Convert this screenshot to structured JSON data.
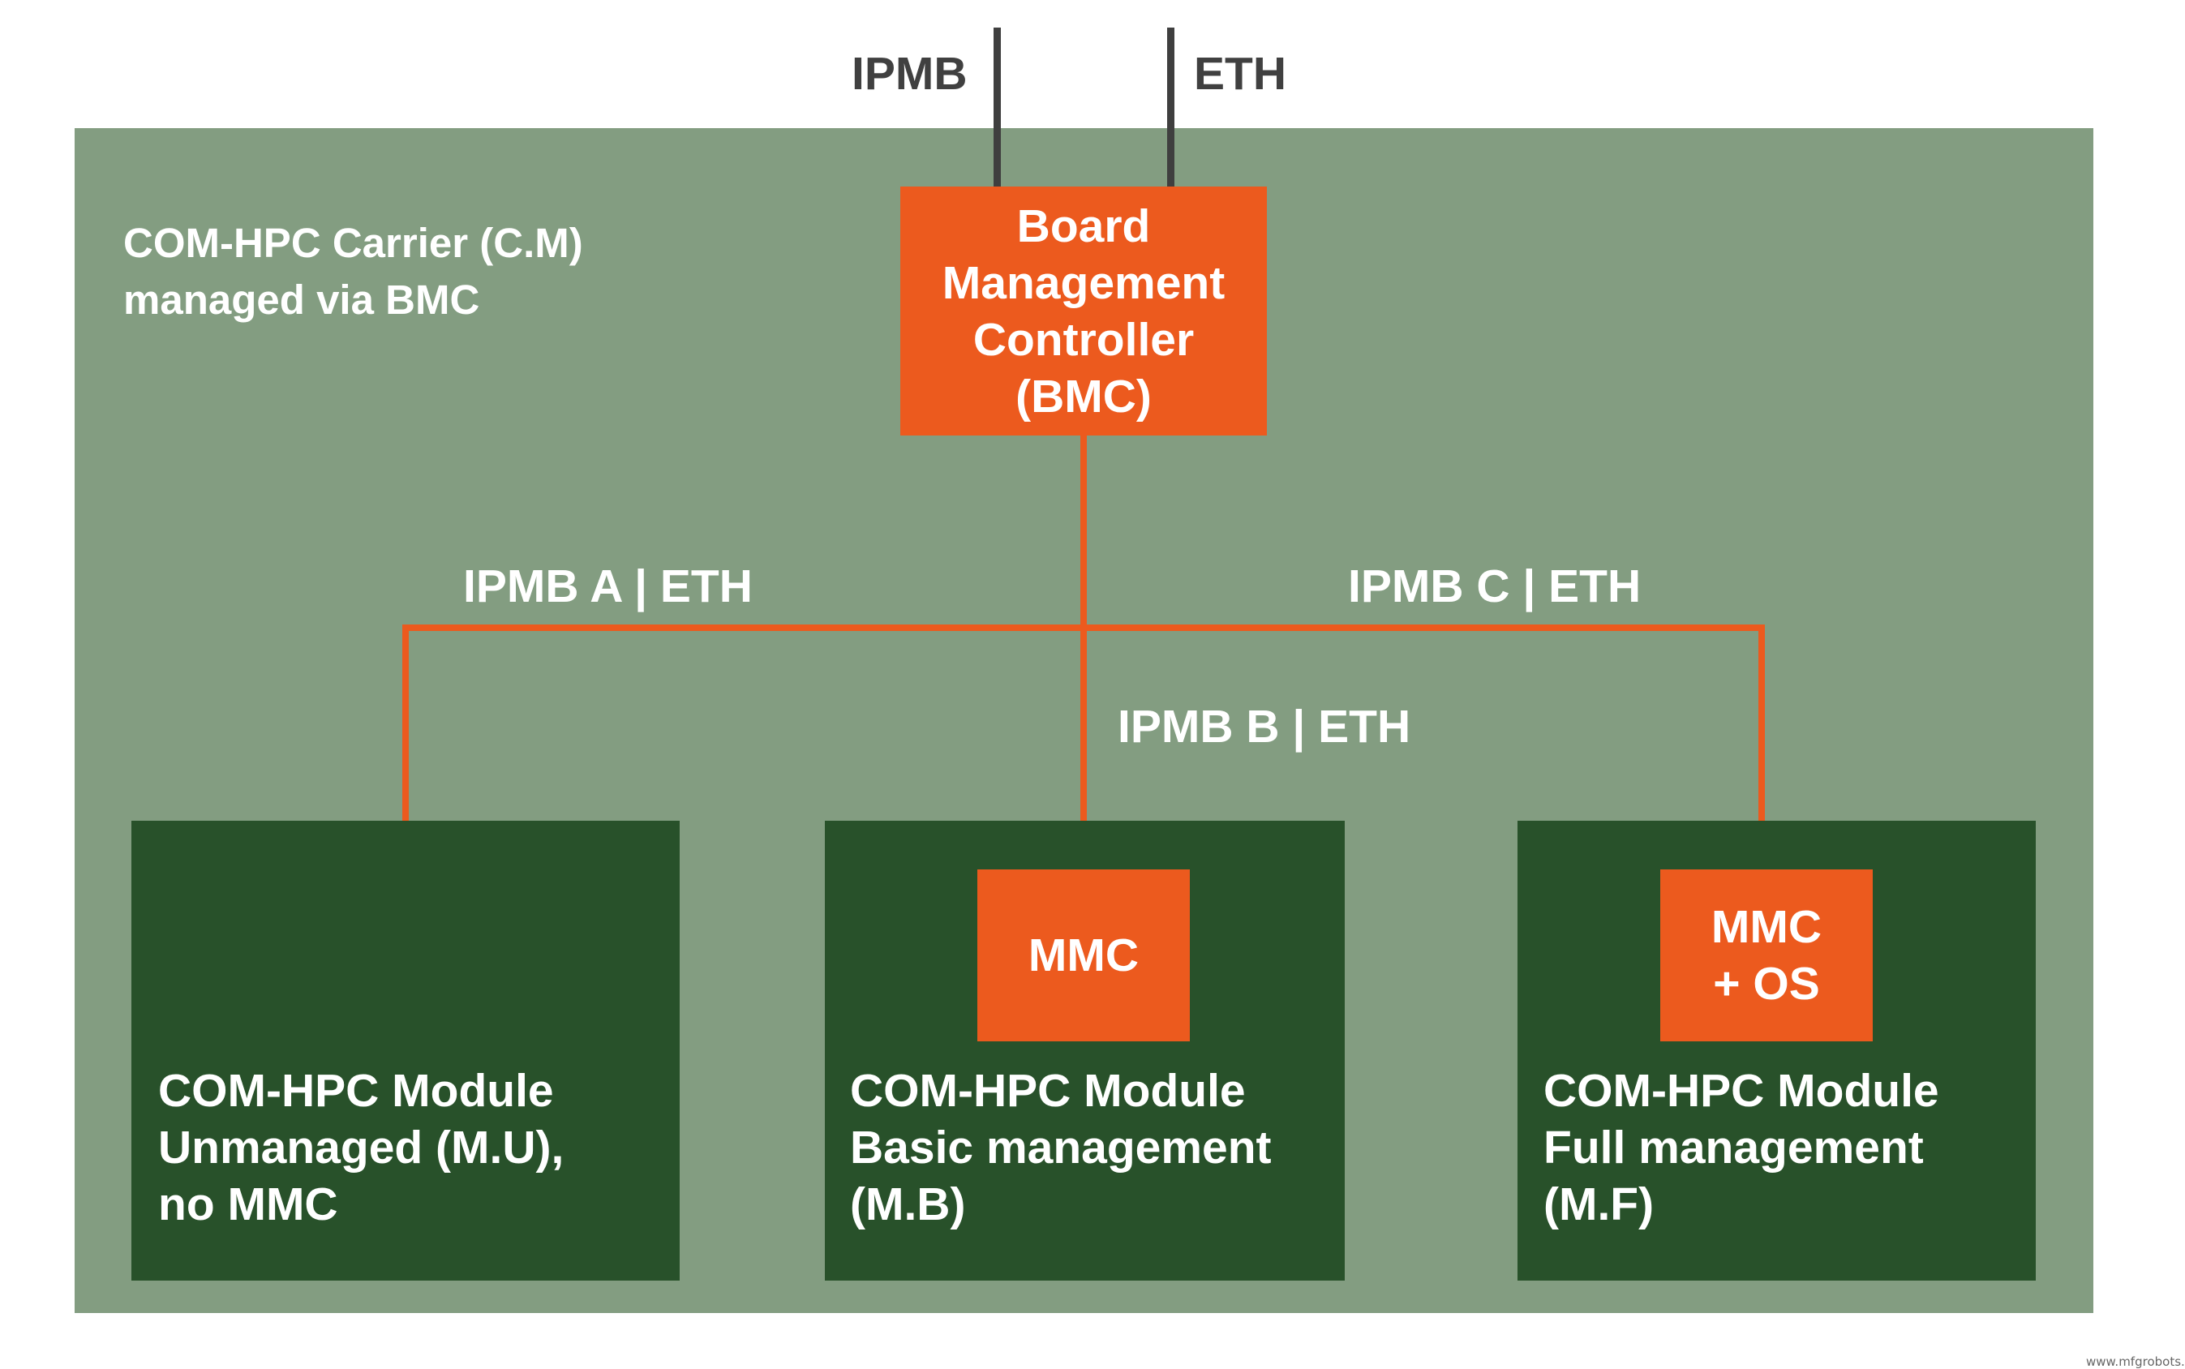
{
  "external": {
    "ipmb_label": "IPMB",
    "eth_label": "ETH"
  },
  "carrier": {
    "label_line1": "COM-HPC Carrier (C.M)",
    "label_line2": "managed via BMC"
  },
  "bmc": {
    "line1": "Board",
    "line2": "Management",
    "line3": "Controller",
    "line4": "(BMC)"
  },
  "buses": {
    "a": "IPMB A | ETH",
    "b": "IPMB B | ETH",
    "c": "IPMB C | ETH"
  },
  "modules": [
    {
      "line1": "COM-HPC Module",
      "line2": "Unmanaged (M.U),",
      "line3": "no MMC"
    },
    {
      "line1": "COM-HPC Module",
      "line2": "Basic management",
      "line3": "(M.B)",
      "chip_line1": "MMC"
    },
    {
      "line1": "COM-HPC Module",
      "line2": "Full management",
      "line3": "(M.F)",
      "chip_line1": "MMC",
      "chip_line2": "+ OS"
    }
  ],
  "watermark": "www.mfgrobots.com",
  "colors": {
    "carrier": "#839d81",
    "module": "#28512a",
    "accent": "#ec5a1e",
    "external_line": "#3f3f3f"
  }
}
